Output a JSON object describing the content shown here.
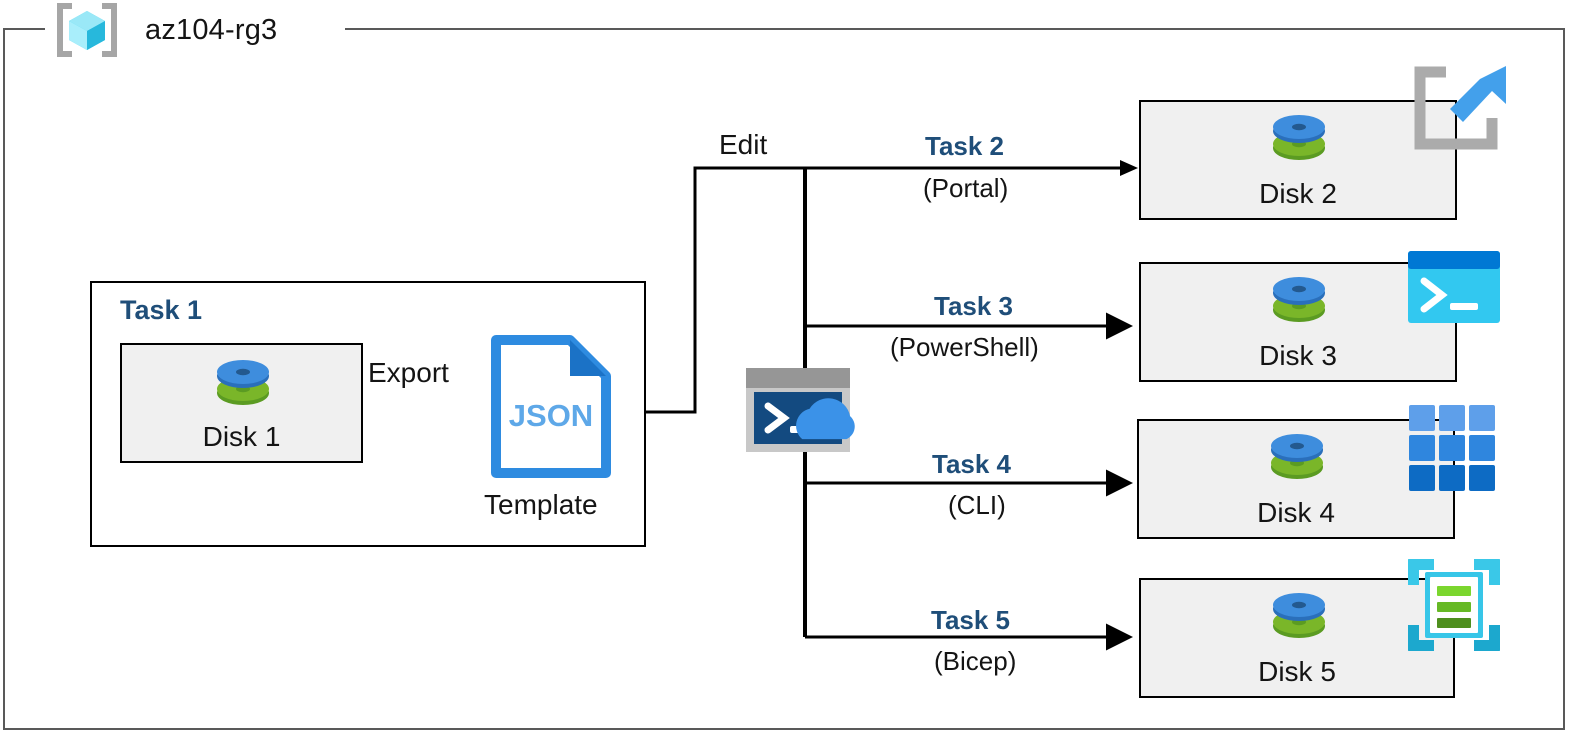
{
  "resource_group": {
    "name": "az104-rg3",
    "icon": "azure-resource-group-icon"
  },
  "task1": {
    "label": "Task 1",
    "disk": {
      "label": "Disk 1",
      "icon": "managed-disk-icon"
    },
    "export_label": "Export",
    "template": {
      "file_type": "JSON",
      "caption": "Template",
      "icon": "json-file-icon"
    }
  },
  "edit_label": "Edit",
  "cloud_shell": {
    "icon": "azure-cloud-shell-icon"
  },
  "branches": [
    {
      "task": "Task 2",
      "method": "(Portal)",
      "disk": "Disk 2",
      "tool_icon": "azure-portal-icon"
    },
    {
      "task": "Task 3",
      "method": "(PowerShell)",
      "disk": "Disk 3",
      "tool_icon": "powershell-icon"
    },
    {
      "task": "Task 4",
      "method": "(CLI)",
      "disk": "Disk 4",
      "tool_icon": "azure-cli-icon"
    },
    {
      "task": "Task 5",
      "method": "(Bicep)",
      "disk": "Disk 5",
      "tool_icon": "bicep-icon"
    }
  ],
  "colors": {
    "task_text": "#1F4E79",
    "box_fill": "#F0F0F0",
    "box_border": "#000000",
    "frame_border": "#595959",
    "disk_blue": "#3E8DDD",
    "disk_green": "#7AB629",
    "json_blue": "#2E8BE0",
    "portal_blue": "#43A0EB",
    "portal_gray": "#B3B3B3",
    "powershell_dark": "#0078D4",
    "powershell_light": "#32C8F0",
    "cli_blue": "#2F7FD6",
    "bicep_cyan": "#3AC8E8",
    "bicep_green": "#79C226"
  }
}
